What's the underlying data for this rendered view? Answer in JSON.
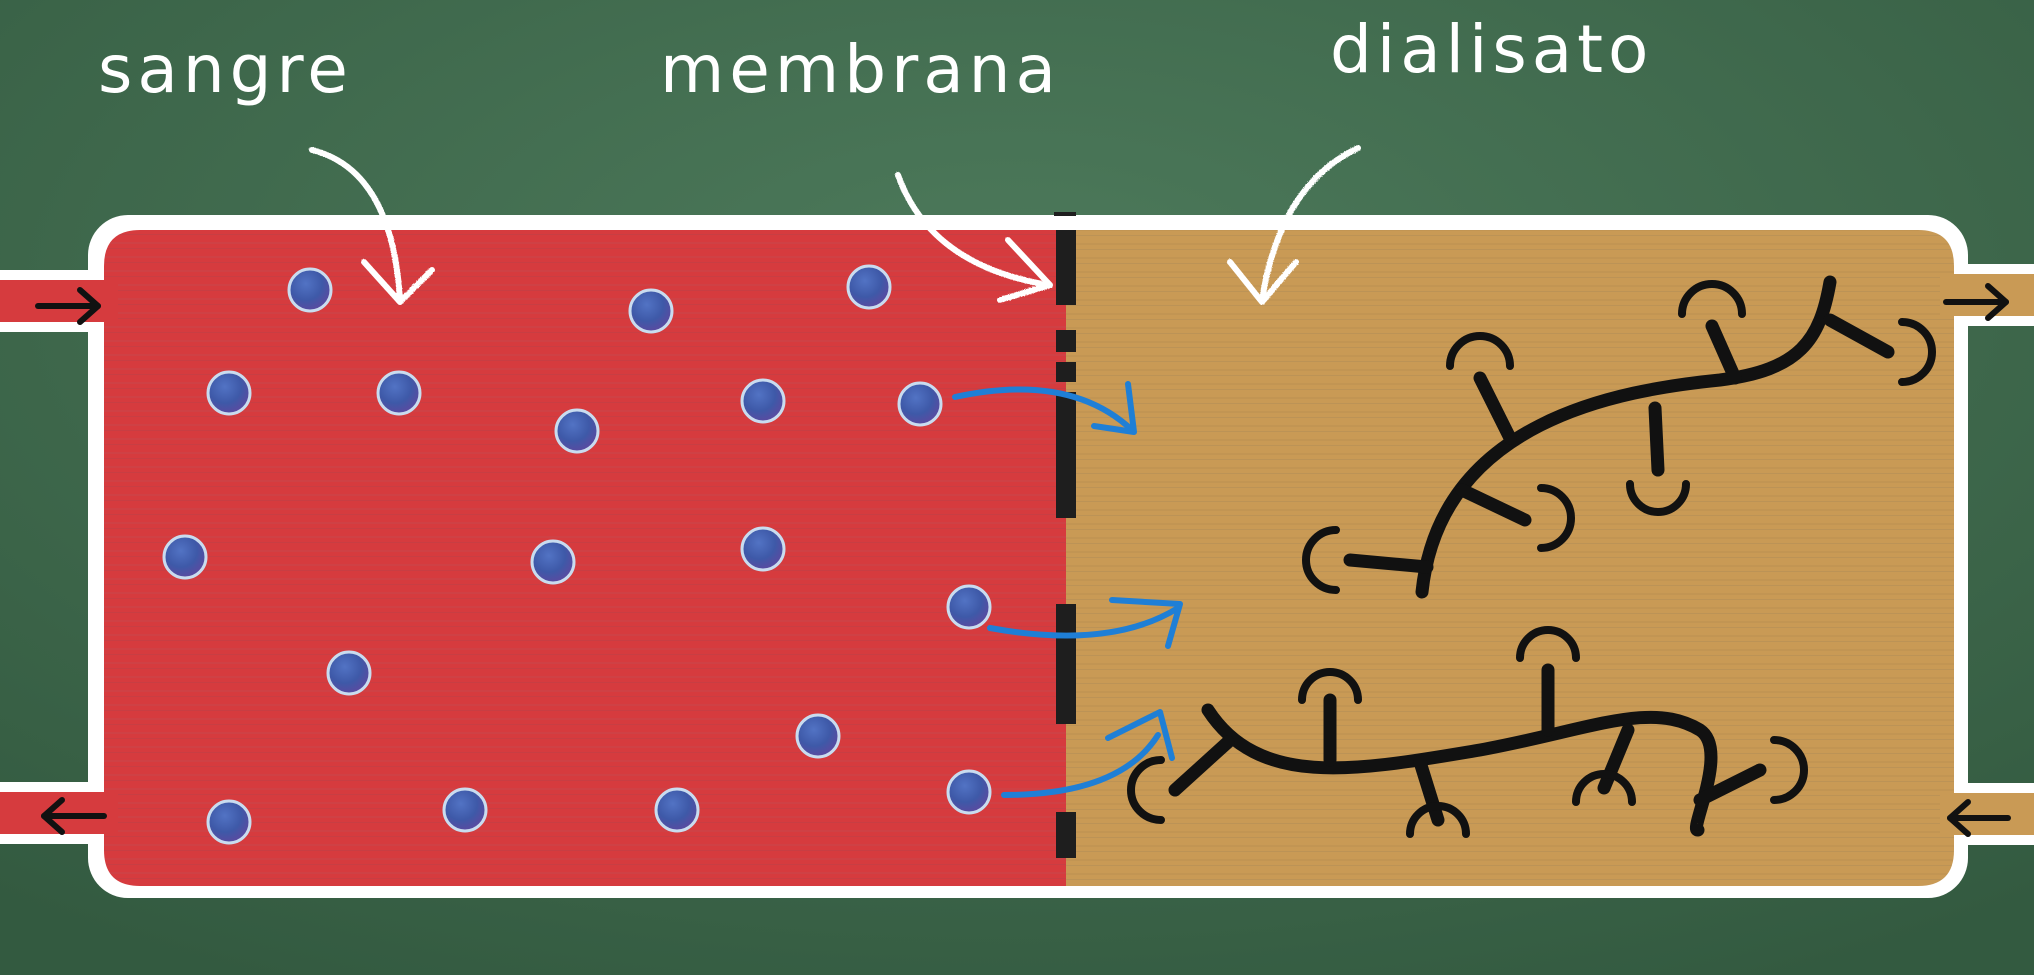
{
  "labels": {
    "blood": "sangre",
    "membrane": "membrana",
    "dialysate": "dialisato"
  },
  "colors": {
    "board": "#3f6a4c",
    "blood": "#d63b3e",
    "dialysate": "#c99a55",
    "membrane": "#1e1e1e",
    "particle": "#3e59a8",
    "particle_outline": "#c9dcef",
    "transfer_arrow": "#1f7fd6",
    "chalk": "#ffffff",
    "molecule": "#111111"
  },
  "icons": {
    "flow_arrow": "arrow-icon",
    "transfer_arrow": "curved-arrow-icon",
    "pointer_arrow": "chalk-pointer-arrow-icon",
    "large_molecule": "branched-molecule-icon"
  }
}
